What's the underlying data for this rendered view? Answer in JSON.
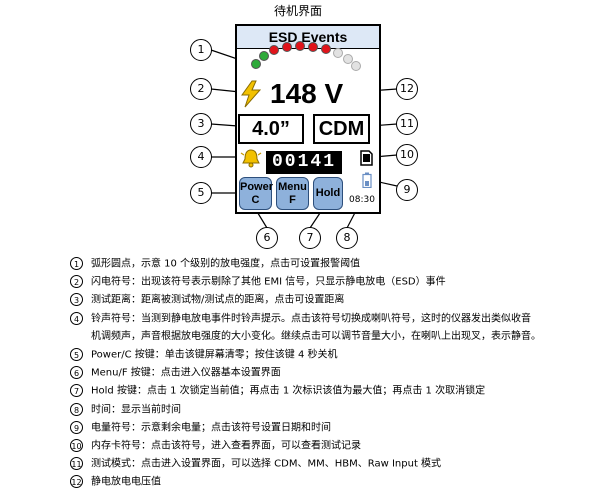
{
  "caption": "待机界面",
  "device": {
    "header": "ESD Events",
    "voltage": "148 V",
    "distance": "4.0”",
    "mode": "CDM",
    "counter": "00141",
    "softkeys": [
      {
        "label": "Power\nC"
      },
      {
        "label": "Menu\nF"
      },
      {
        "label": "Hold"
      }
    ],
    "time": "08:30",
    "level_dots": [
      "green",
      "green",
      "red",
      "red",
      "red",
      "red",
      "red",
      "grey",
      "grey",
      "grey"
    ]
  },
  "callouts": [
    "1",
    "2",
    "3",
    "4",
    "5",
    "6",
    "7",
    "8",
    "9",
    "10",
    "11",
    "12"
  ],
  "descriptions": [
    {
      "num": "1",
      "text": "弧形圆点，示意 10 个级别的放电强度，点击可设置报警阈值"
    },
    {
      "num": "2",
      "text": "闪电符号：出现该符号表示剔除了其他 EMI 信号，只显示静电放电（ESD）事件"
    },
    {
      "num": "3",
      "text": "测试距离：距离被测试物/测试点的距离，点击可设置距离"
    },
    {
      "num": "4",
      "text": "铃声符号：当测到静电放电事件时铃声提示。点击该符号切换成喇叭符号，这时的仪器发出类似收音"
    },
    {
      "num": "",
      "text": "机调频声，声音根据放电强度的大小变化。继续点击可以调节音量大小，在喇叭上出现叉，表示静音。"
    },
    {
      "num": "5",
      "text": "Power/C 按键：单击该键屏幕清零；按住该键 4 秒关机"
    },
    {
      "num": "6",
      "text": "Menu/F 按键：点击进入仪器基本设置界面"
    },
    {
      "num": "7",
      "text": "Hold 按键：点击 1 次锁定当前值；再点击 1 次标识该值为最大值；再点击 1 次取消锁定"
    },
    {
      "num": "8",
      "text": "时间：显示当前时间"
    },
    {
      "num": "9",
      "text": "电量符号：示意剩余电量；点击该符号设置日期和时间"
    },
    {
      "num": "10",
      "text": "内存卡符号：点击该符号，进入查看界面，可以查看测试记录"
    },
    {
      "num": "11",
      "text": "测试模式：点击进入设置界面，可以选择 CDM、MM、HBM、Raw Input 模式"
    },
    {
      "num": "12",
      "text": "静电放电电压值"
    }
  ]
}
